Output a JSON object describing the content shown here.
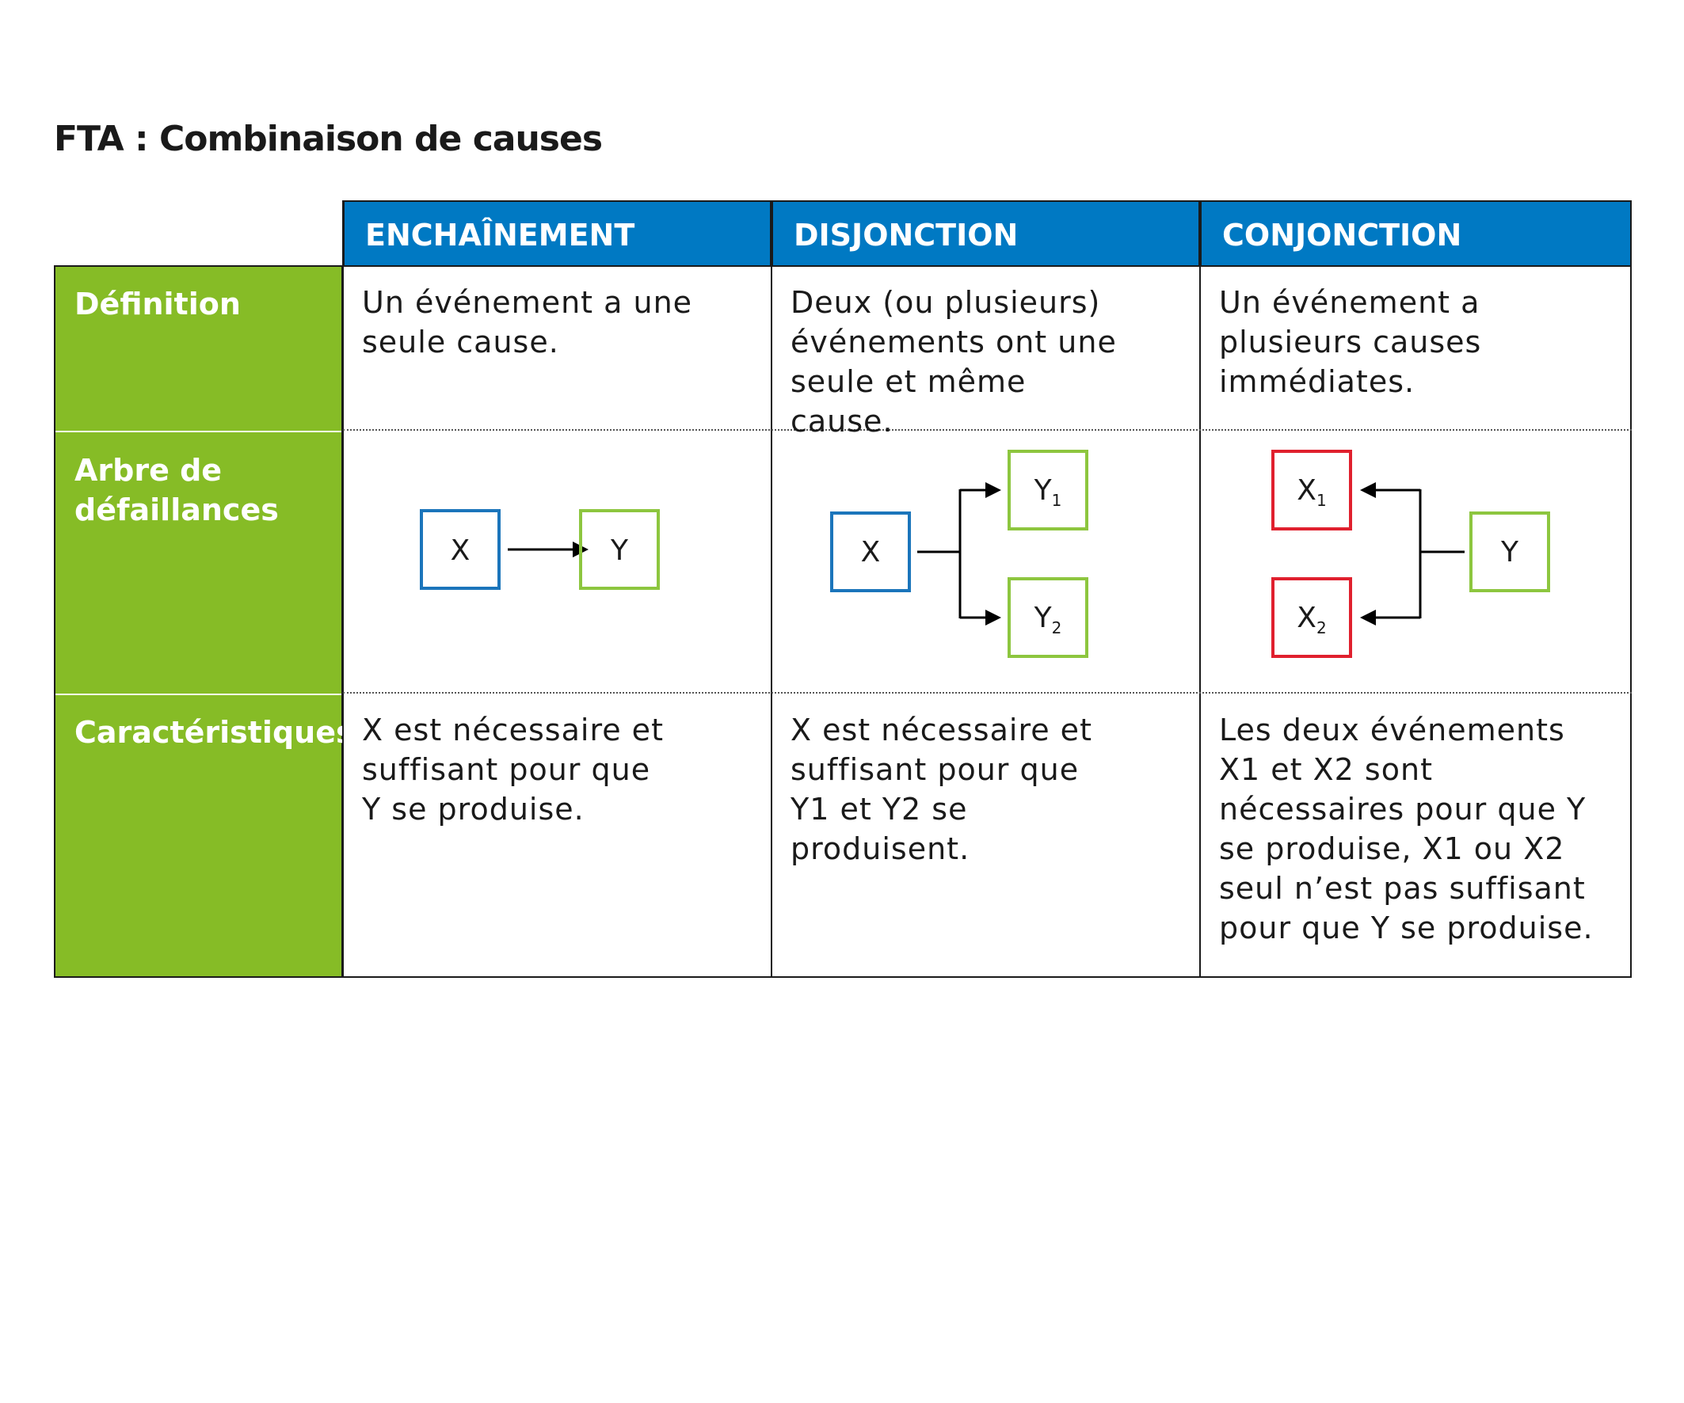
{
  "title": "FTA : Combinaison de causes",
  "columns": [
    {
      "label": "ENCHAÎNEMENT"
    },
    {
      "label": "DISJONCTION"
    },
    {
      "label": "CONJONCTION"
    }
  ],
  "rows": [
    {
      "label": "Définition"
    },
    {
      "label": "Arbre de défaillances"
    },
    {
      "label": "Caractéristiques"
    }
  ],
  "definitions": [
    "Un événement a une seule cause.",
    "Deux (ou plusieurs) événements ont une seule et même cause.",
    "Un événement a plusieurs causes immédiates."
  ],
  "diagrams": {
    "enchainement": {
      "x": "X",
      "y": "Y"
    },
    "disjonction": {
      "x": "X",
      "y1": "Y",
      "y1_sub": "1",
      "y2": "Y",
      "y2_sub": "2"
    },
    "conjonction": {
      "x1": "X",
      "x1_sub": "1",
      "x2": "X",
      "x2_sub": "2",
      "y": "Y"
    }
  },
  "characteristics": [
    "X est nécessaire et suffisant pour que Y se produise.",
    "X est nécessaire et suffisant pour que Y1 et Y2 se produisent.",
    "Les deux événements X1 et X2 sont nécessaires pour que Y se produise, X1 ou X2 seul n’est pas suffisant pour que Y se produise."
  ],
  "colors": {
    "header_blue": "#0079c3",
    "side_green": "#86bc26",
    "cause_blue": "#1b75bb",
    "effect_green": "#8dc63f",
    "cause_red": "#e0202e"
  }
}
